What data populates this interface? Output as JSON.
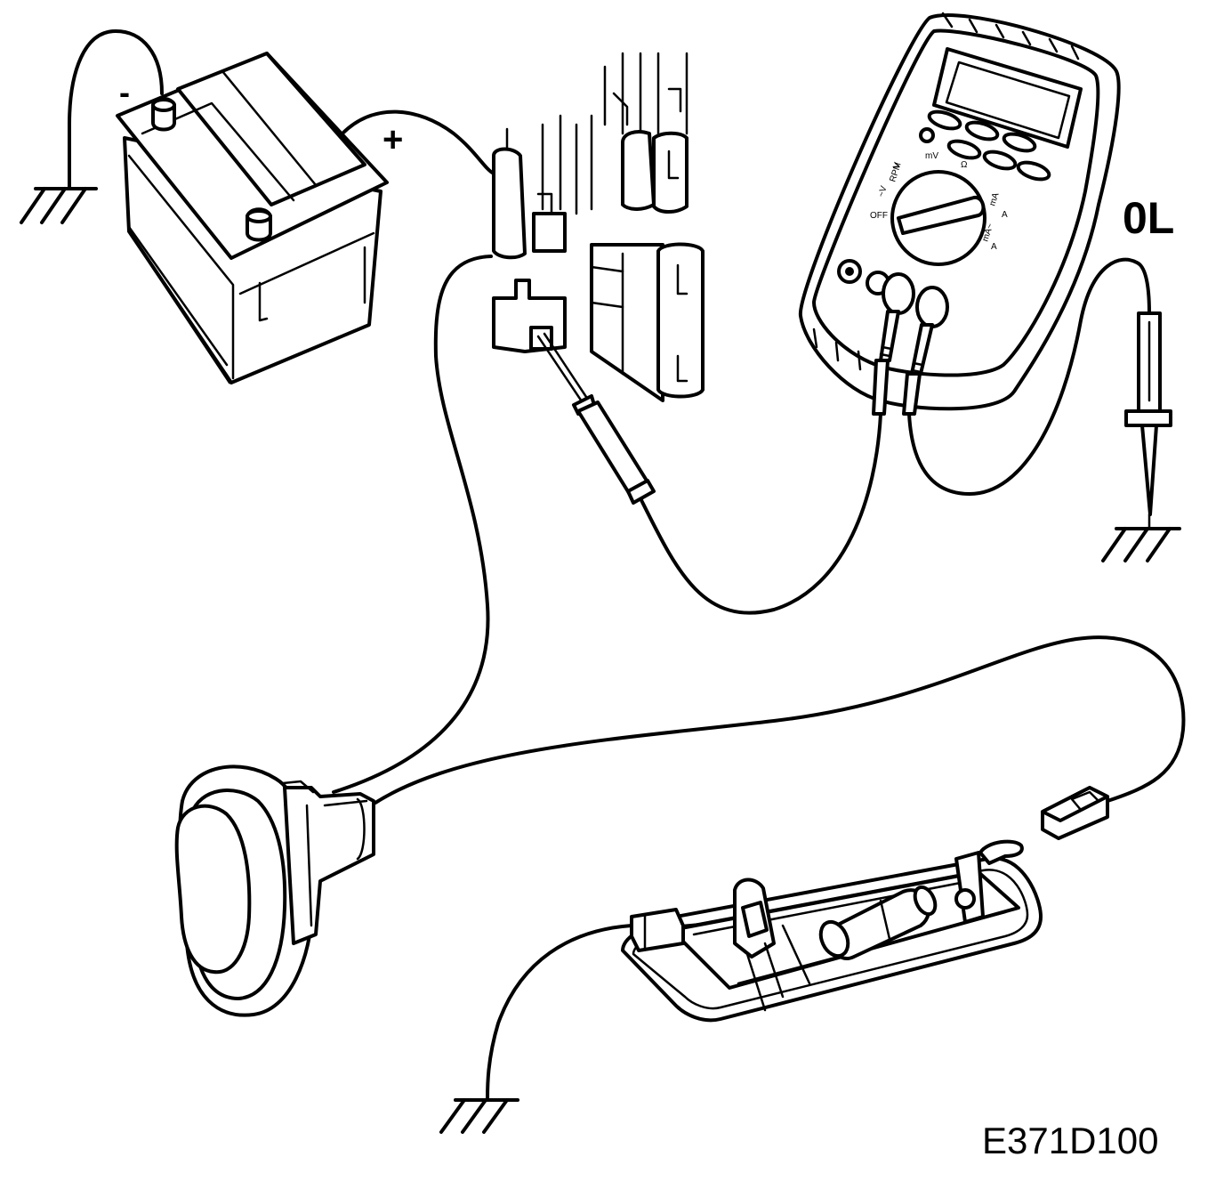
{
  "battery": {
    "negative_label": "-",
    "positive_label": "+"
  },
  "multimeter": {
    "reading": "0L",
    "dial_labels": {
      "v_dc": "V",
      "rpm": "RPM",
      "mv": "mV",
      "ohm": "Ω",
      "v_ac": "~V",
      "off": "OFF",
      "ma_dc": "mA",
      "a_dc": "A",
      "ma_ac": "mA~",
      "a_ac": "A"
    }
  },
  "figure": {
    "code": "E371D100"
  }
}
